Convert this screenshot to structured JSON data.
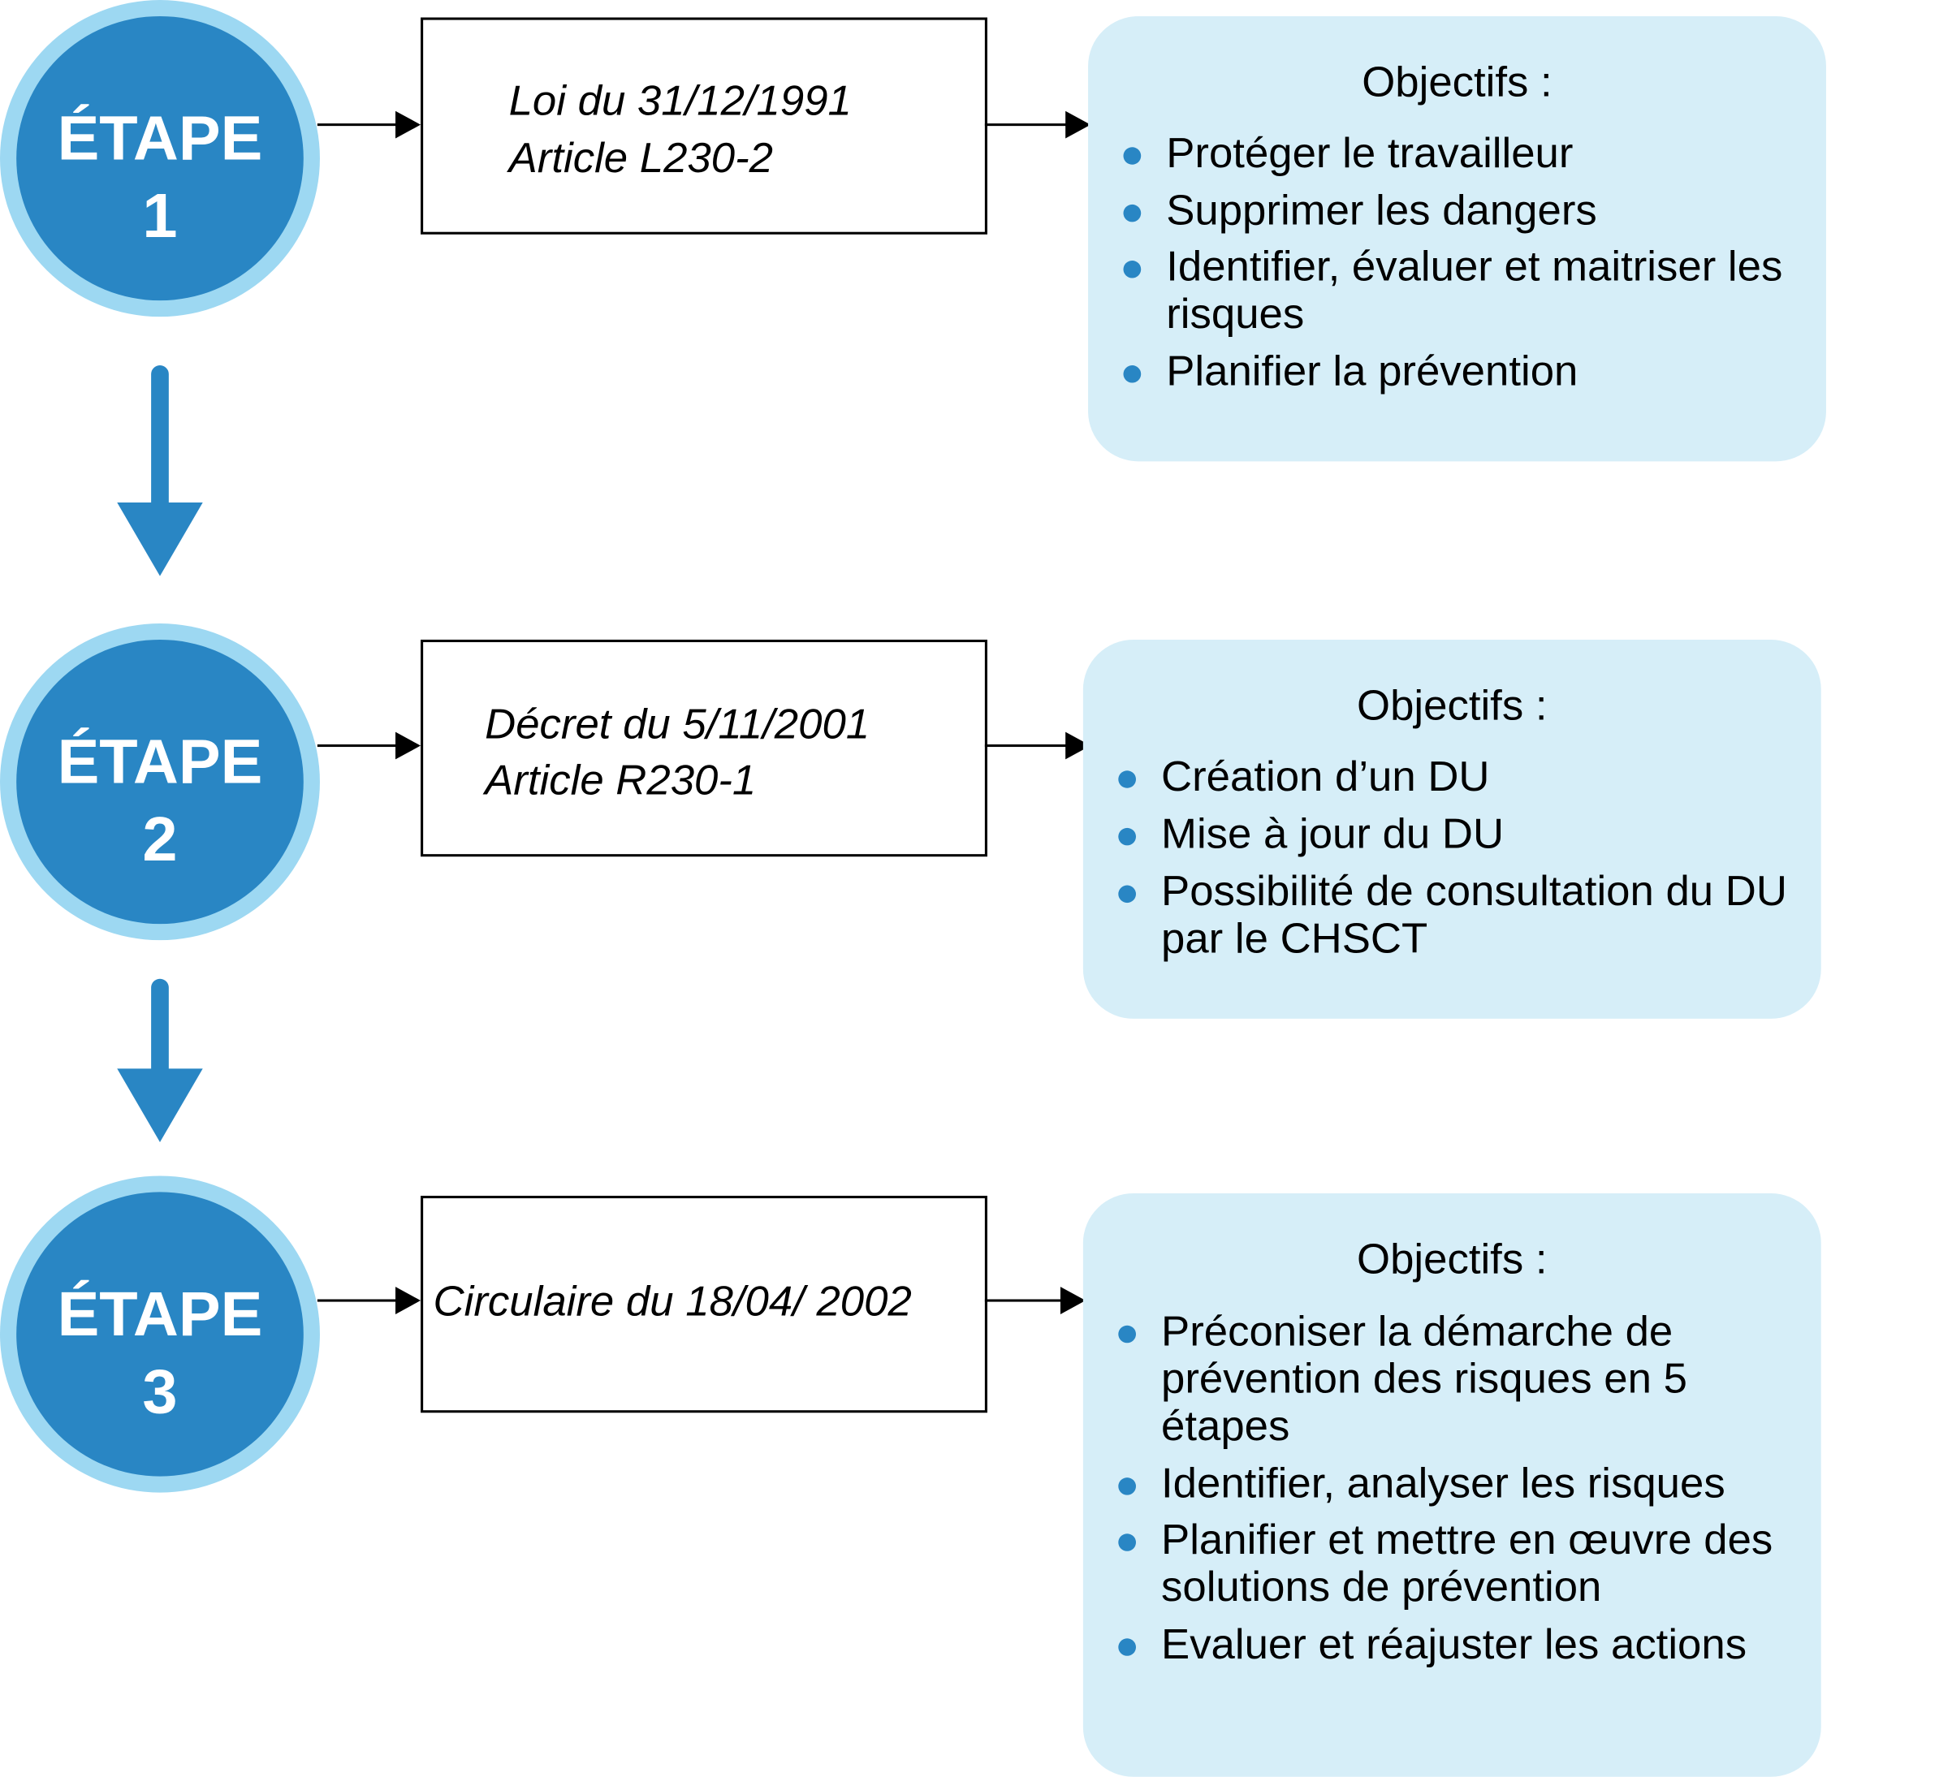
{
  "colors": {
    "circle_outer": "#9dd8f2",
    "circle_inner": "#2986c4",
    "objective_bg": "#d6eef8"
  },
  "steps": [
    {
      "label": "ÉTAPE",
      "number": "1",
      "law_lines": [
        "Loi du 31/12/1991",
        "Article L230-2"
      ],
      "objectives_title": "Objectifs :",
      "objectives": [
        "Protéger le travailleur",
        "Supprimer les dangers",
        "Identifier, évaluer et maitriser les risques",
        "Planifier la prévention"
      ]
    },
    {
      "label": "ÉTAPE",
      "number": "2",
      "law_lines": [
        "Décret du 5/11/2001",
        "Article R230-1"
      ],
      "objectives_title": "Objectifs :",
      "objectives": [
        "Création d’un DU",
        "Mise à jour du DU",
        "Possibilité de consultation du DU par le CHSCT"
      ]
    },
    {
      "label": "ÉTAPE",
      "number": "3",
      "law_lines": [
        "Circulaire du 18/04/ 2002"
      ],
      "objectives_title": "Objectifs :",
      "objectives": [
        "Préconiser la démarche de prévention des risques en 5 étapes",
        "Identifier, analyser les risques",
        "Planifier et mettre en œuvre des solutions de prévention",
        "Evaluer et réajuster les actions"
      ]
    }
  ]
}
